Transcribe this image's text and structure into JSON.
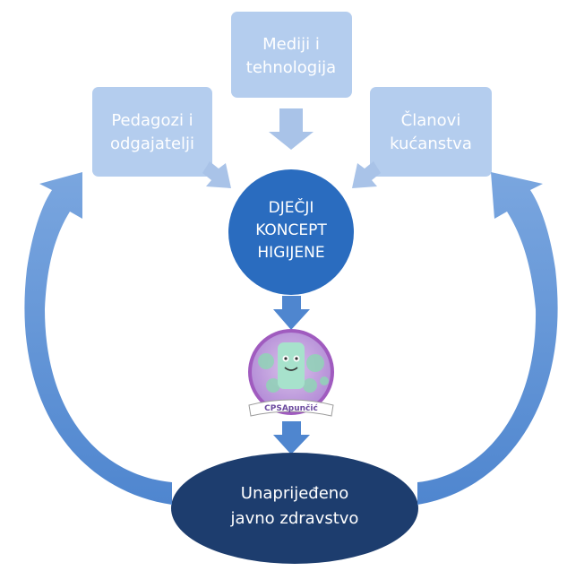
{
  "boxes": {
    "left": {
      "line1": "Pedagozi i",
      "line2": "odgajatelji"
    },
    "top": {
      "line1": "Mediji i",
      "line2": "tehnologija"
    },
    "right": {
      "line1": "Članovi",
      "line2": "kućanstva"
    }
  },
  "center": {
    "line1": "DJEČJI",
    "line2": "KONCEPT",
    "line3": "HIGIJENE"
  },
  "logo": {
    "label": "CPSApunčić",
    "icon": "soap-mascot-icon"
  },
  "bottom": {
    "line1": "Unaprijeđeno",
    "line2": "javno zdravstvo"
  },
  "colors": {
    "box_fill": "#b4cdee",
    "arrow_light": "#a9c3e8",
    "arrow_mid": "#4f86cf",
    "circle": "#2a6cbf",
    "ellipse": "#1d3d6e",
    "logo_ring": "#a05bbf"
  }
}
